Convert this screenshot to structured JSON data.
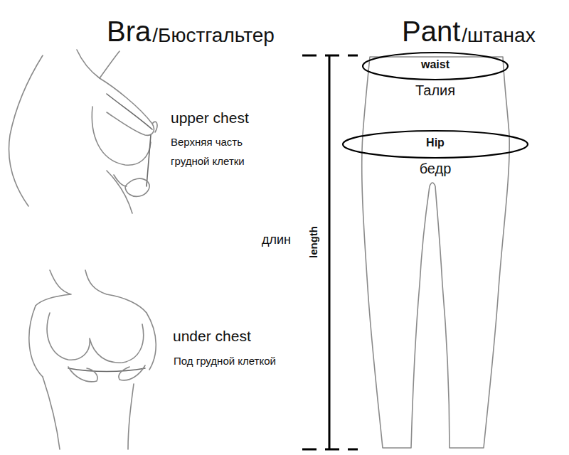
{
  "diagram": {
    "nodes": [
      {
        "text": [
          "waist",
          "Талия"
        ]
      },
      {
        "text": [
          "Hip",
          "бедр"
        ]
      }
    ],
    "labels": [
      "Bra",
      "/Бюстгальтер",
      "Pant",
      "/штанах",
      "upper chest",
      "Верхняя часть грудной клетки",
      "under chest",
      "Под грудной клеткой",
      "длин",
      "length"
    ]
  }
}
